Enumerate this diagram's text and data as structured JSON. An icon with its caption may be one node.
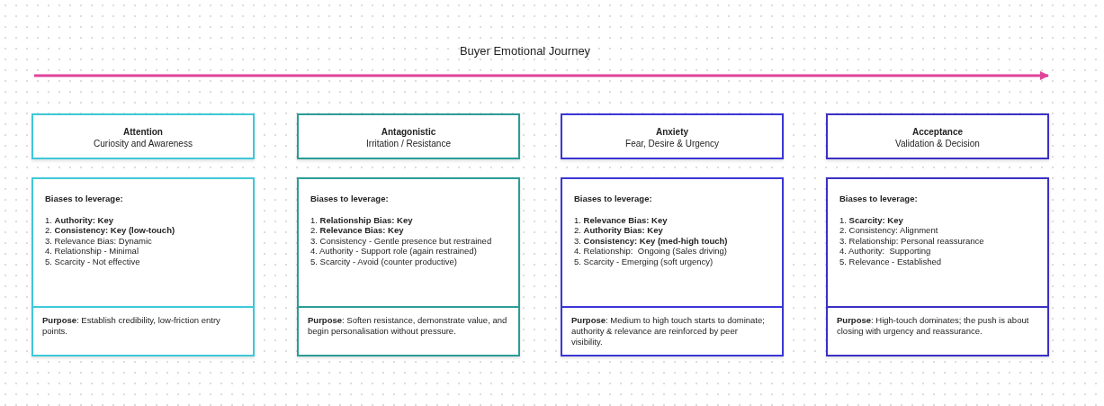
{
  "diagram": {
    "title": "Buyer Emotional Journey",
    "nodes": [
      {
        "text": [
          "Attention",
          "Curiosity and Awareness"
        ]
      },
      {
        "text": [
          "Biases to leverage:",
          "1. **Authority: Key**",
          "2. **Consistency: Key (low-touch)**",
          "3. Relevance Bias: Dynamic",
          "4. Relationship - Minimal",
          "5. Scarcity - Not effective"
        ]
      },
      {
        "text": [
          "**Purpose**: Establish credibility, low-friction entry points."
        ]
      },
      {
        "text": [
          "Antagonistic",
          "Irritation / Resistance"
        ]
      },
      {
        "text": [
          "Biases to leverage:",
          "1. **Relationship Bias: Key**",
          "2. **Relevance Bias: Key**",
          "3. Consistency - Gentle presence but restrained",
          "4. Authority - Support role (again restrained)",
          "5. Scarcity - Avoid (counter productive)"
        ]
      },
      {
        "text": [
          "**Purpose**: Soften resistance, demonstrate value, and begin personalisation without pressure."
        ]
      },
      {
        "text": [
          "Anxiety",
          "Fear, Desire & Urgency"
        ]
      },
      {
        "text": [
          "Biases to leverage:",
          "1. **Relevance Bias: Key**",
          "2. **Authority Bias: Key**",
          "3. **Consistency: Key (med-high touch)**",
          "4. Relationship:  Ongoing (Sales driving)",
          "5. Scarcity - Emerging (soft urgency)"
        ]
      },
      {
        "text": [
          "**Purpose**: Medium to high touch starts to dominate; authority & relevance are reinforced by peer visibility."
        ]
      },
      {
        "text": [
          "Acceptance",
          "Validation & Decision"
        ]
      },
      {
        "text": [
          "Biases to leverage:",
          "1. **Scarcity: Key**",
          "2. Consistency: Alignment",
          "3. Relationship: Personal reassurance",
          "4. Authority:  Supporting",
          "5. Relevance - Established"
        ]
      },
      {
        "text": [
          "**Purpose**: High-touch dominates; the push is about closing with urgency and reassurance."
        ]
      }
    ]
  }
}
